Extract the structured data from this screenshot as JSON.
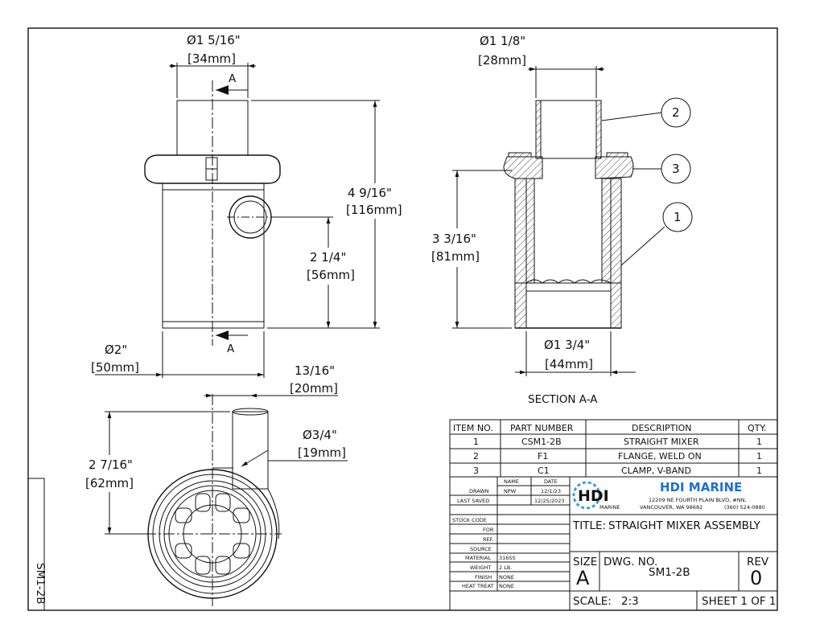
{
  "dimensions": {
    "top_dia_in": "Ø1 5/16\"",
    "top_dia_mm": "[34mm]",
    "height_in": "4 9/16\"",
    "height_mm": "[116mm]",
    "port_height_in": "2 1/4\"",
    "port_height_mm": "[56mm]",
    "body_dia_in": "Ø2\"",
    "body_dia_mm": "[50mm]",
    "section_top_dia_in": "Ø1 1/8\"",
    "section_top_dia_mm": "[28mm]",
    "section_height_in": "3 3/16\"",
    "section_height_mm": "[81mm]",
    "section_bottom_dia_in": "Ø1 3/4\"",
    "section_bottom_dia_mm": "[44mm]",
    "offset_in": "13/16\"",
    "offset_mm": "[20mm]",
    "inlet_dia_in": "Ø3/4\"",
    "inlet_dia_mm": "[19mm]",
    "top_height_in": "2 7/16\"",
    "top_height_mm": "[62mm]"
  },
  "section_marker": "A",
  "section_label": "SECTION A-A",
  "balloons": [
    "2",
    "3",
    "1"
  ],
  "bom": {
    "headers": [
      "ITEM NO.",
      "PART NUMBER",
      "DESCRIPTION",
      "QTY."
    ],
    "rows": [
      [
        "1",
        "CSM1-2B",
        "STRAIGHT MIXER",
        "1"
      ],
      [
        "2",
        "F1",
        "FLANGE, WELD ON",
        "1"
      ],
      [
        "3",
        "C1",
        "CLAMP, V-BAND",
        "1"
      ]
    ]
  },
  "title_block": {
    "name_header": "NAME",
    "date_header": "DATE",
    "drawn_label": "DRAWN",
    "drawn_name": "NPW",
    "drawn_date": "12/1/23",
    "last_saved_label": "LAST SAVED",
    "last_saved_date": "12/25/2023",
    "stock_code_label": "STOCK CODE",
    "for_label": "FOR",
    "ref_label": "REF.",
    "source_label": "SOURCE",
    "material_label": "MATERIAL",
    "material_value": "316SS",
    "weight_label": "WEIGHT",
    "weight_value": "2 LB.",
    "finish_label": "FINISH",
    "finish_value": "NONE",
    "heat_treat_label": "HEAT TREAT",
    "heat_treat_value": "NONE",
    "company": "HDI MARINE",
    "address_line1": "12209 NE FOURTH PLAIN BLVD, #NN,",
    "address_line2": "VANCOUVER, WA 98682",
    "phone": "(360) 524-0880",
    "logo_text": "HDI",
    "logo_sub": "MARINE",
    "title_label": "TITLE:",
    "title_value": "STRAIGHT MIXER ASSEMBLY",
    "size_label": "SIZE",
    "size_value": "A",
    "dwg_label": "DWG.  NO.",
    "dwg_value": "SM1-2B",
    "rev_label": "REV",
    "rev_value": "0",
    "scale_label": "SCALE:",
    "scale_value": "2:3",
    "sheet": "SHEET 1 OF 1"
  },
  "side_tab": "SM1-2B"
}
